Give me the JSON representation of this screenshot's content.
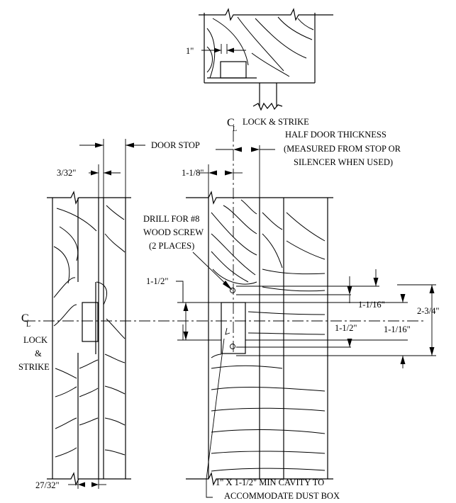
{
  "labels": {
    "top_dim": "1\"",
    "cl_lock_strike": "LOCK & STRIKE",
    "half_door_1": "HALF DOOR THICKNESS",
    "half_door_2": "(MEASURED FROM STOP OR",
    "half_door_3": "SILENCER WHEN USED)",
    "door_stop": "DOOR STOP",
    "dim_3_32": "3/32\"",
    "dim_1_1_8": "1-1/8\"",
    "drill_1": "DRILL FOR #8",
    "drill_2": "WOOD SCREW",
    "drill_3": "(2 PLACES)",
    "dim_1_1_2_upper": "1-1/2\"",
    "dim_1_1_16_upper": "1-1/16\"",
    "dim_2_3_4": "2-3/4\"",
    "dim_1_1_2_lower": "1-1/2\"",
    "dim_1_1_16_lower": "1-1/16\"",
    "cl_left_1": "LOCK",
    "cl_left_2": "&",
    "cl_left_3": "STRIKE",
    "dim_27_32": "27/32\"",
    "cavity_1": "1\" X 1-1/2\" MIN CAVITY TO",
    "cavity_2": "ACCOMMODATE DUST BOX"
  },
  "symbols": {
    "centerline_main": "C",
    "centerline_sub": "L"
  }
}
